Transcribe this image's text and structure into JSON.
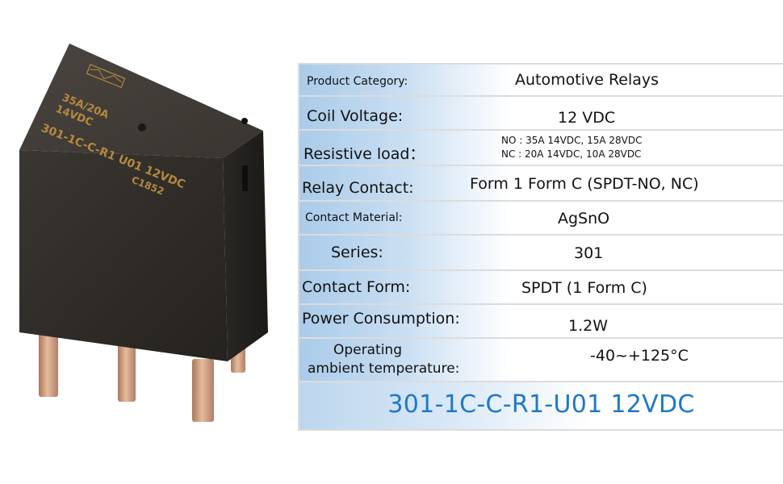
{
  "relay": {
    "marking_line1": "35A/20A",
    "marking_line2": "14VDC",
    "marking_line3": "301-1C-C-R1 U01 12VDC",
    "marking_line4": "C1852"
  },
  "specs": {
    "product_category": {
      "label": "Product Category:",
      "value": "Automotive Relays"
    },
    "coil_voltage": {
      "label": "Coil Voltage:",
      "value": "12 VDC"
    },
    "resistive_load": {
      "label": "Resistive load：",
      "value_no": "NO : 35A 14VDC, 15A 28VDC",
      "value_nc": "NC : 20A 14VDC, 10A 28VDC"
    },
    "relay_contact": {
      "label": "Relay Contact:",
      "value": "Form 1 Form C (SPDT-NO, NC)"
    },
    "contact_material": {
      "label": "Contact Material:",
      "value": "AgSnO"
    },
    "series": {
      "label": "Series:",
      "value": "301"
    },
    "contact_form": {
      "label": "Contact Form:",
      "value": "SPDT (1 Form C)"
    },
    "power_consumption": {
      "label": "Power Consumption:",
      "value": "1.2W"
    },
    "operating_temp": {
      "label_line1": "Operating",
      "label_line2": "ambient temperature:",
      "value": "-40~+125°C"
    },
    "model": "301-1C-C-R1-U01 12VDC"
  },
  "colors": {
    "label_gradient_start": "#aacbe9",
    "model_text": "#1e78c8",
    "relay_body": "#2e2b28",
    "pins": "#c99a7a"
  }
}
